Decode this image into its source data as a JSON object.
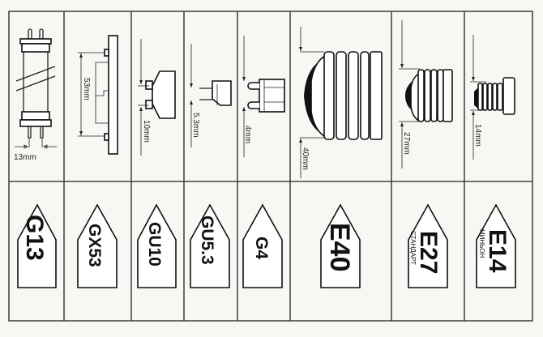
{
  "bases": [
    {
      "name": "G13",
      "dimension": "13mm"
    },
    {
      "name": "GX53",
      "dimension": "53mm"
    },
    {
      "name": "GU10",
      "dimension": "10mm"
    },
    {
      "name": "GU5.3",
      "dimension": "5.3mm"
    },
    {
      "name": "G4",
      "dimension": "4mm"
    },
    {
      "name": "E40",
      "dimension": "40mm"
    },
    {
      "name": "E27",
      "dimension": "27mm",
      "subtitle": "СТАНДАРТ"
    },
    {
      "name": "E14",
      "dimension": "14mm",
      "subtitle": "МИНЬОН"
    }
  ],
  "colors": {
    "background": "#f7f7f4",
    "line": "#222222",
    "tag_fill": "#ffffff"
  }
}
